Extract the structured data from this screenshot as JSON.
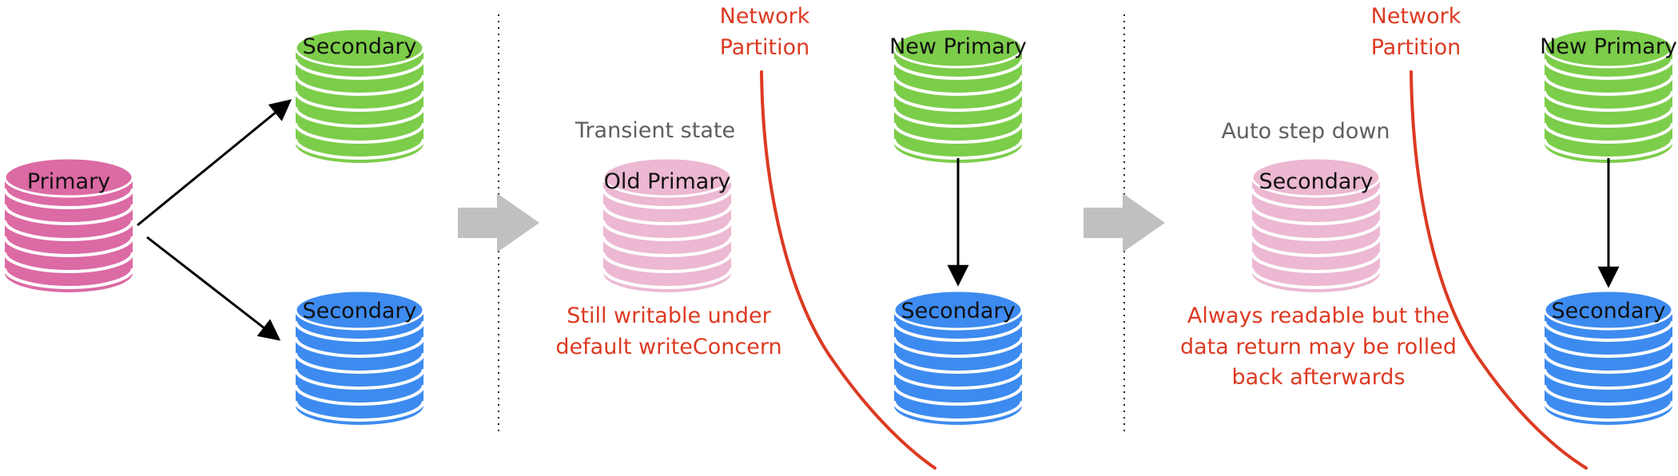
{
  "colors": {
    "primary": "#dc6aa4",
    "primary_light": "#ecb8d2",
    "secondary_green": "#7ccd4a",
    "secondary_blue": "#3d8bf0",
    "partition_red": "#dc3a22",
    "gray_arrow": "#c0c0c0",
    "note_gray": "#5f5f5f"
  },
  "panel1": {
    "primary_label": "Primary",
    "secondary_top_label": "Secondary",
    "secondary_bottom_label": "Secondary"
  },
  "panel2": {
    "partition_label_line1": "Network",
    "partition_label_line2": "Partition",
    "state_label": "Transient state",
    "old_primary_label": "Old Primary",
    "note_line1": "Still writable under",
    "note_line2": "default writeConcern",
    "new_primary_label": "New Primary",
    "secondary_label": "Secondary"
  },
  "panel3": {
    "partition_label_line1": "Network",
    "partition_label_line2": "Partition",
    "state_label": "Auto step down",
    "stepped_down_label": "Secondary",
    "note_line1": "Always readable but the",
    "note_line2": "data return may be rolled",
    "note_line3": "back afterwards",
    "new_primary_label": "New Primary",
    "secondary_label": "Secondary"
  },
  "icons": {
    "database": "database-stack-icon",
    "transition_arrow": "right-arrow-icon",
    "partition_line": "partition-curve"
  }
}
